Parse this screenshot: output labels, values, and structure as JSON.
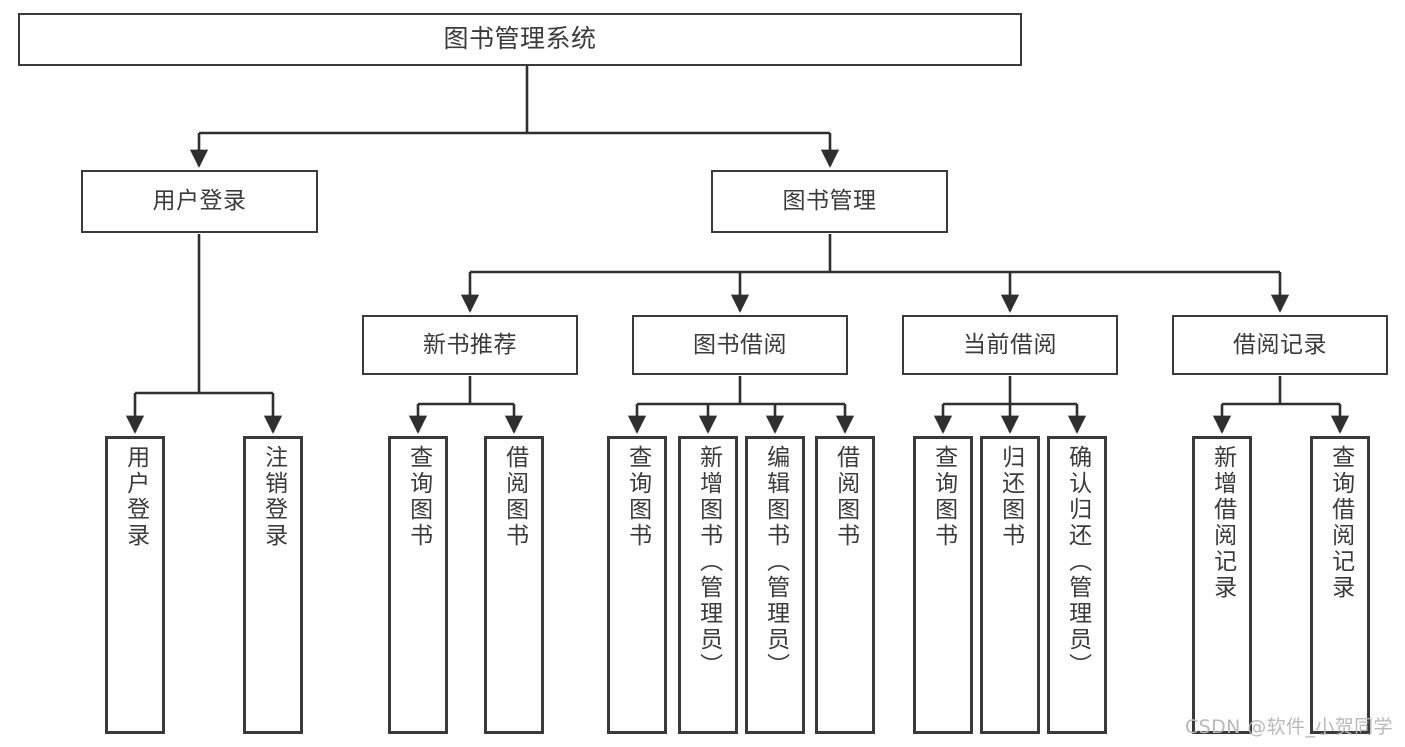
{
  "diagram": {
    "title": "图书管理系统",
    "type": "hierarchy-tree",
    "colors": {
      "box_border": "#3a3a3a",
      "box_fill": "#ffffff",
      "text": "#3b3b3b",
      "edge": "#2f2f2f",
      "watermark": "#b9b9b9"
    },
    "root": {
      "label": "图书管理系统"
    },
    "level2": [
      {
        "label": "用户登录"
      },
      {
        "label": "图书管理"
      }
    ],
    "level3": [
      {
        "label": "新书推荐"
      },
      {
        "label": "图书借阅"
      },
      {
        "label": "当前借阅"
      },
      {
        "label": "借阅记录"
      }
    ],
    "leaves": [
      {
        "label": "用户登录",
        "parent": "用户登录"
      },
      {
        "label": "注销登录",
        "parent": "用户登录"
      },
      {
        "label": "查询图书",
        "parent": "新书推荐"
      },
      {
        "label": "借阅图书",
        "parent": "新书推荐"
      },
      {
        "label": "查询图书",
        "parent": "图书借阅"
      },
      {
        "label": "新增图书（管理员）",
        "parent": "图书借阅"
      },
      {
        "label": "编辑图书（管理员）",
        "parent": "图书借阅"
      },
      {
        "label": "借阅图书",
        "parent": "图书借阅"
      },
      {
        "label": "查询图书",
        "parent": "当前借阅"
      },
      {
        "label": "归还图书",
        "parent": "当前借阅"
      },
      {
        "label": "确认归还（管理员）",
        "parent": "当前借阅"
      },
      {
        "label": "新增借阅记录",
        "parent": "借阅记录"
      },
      {
        "label": "查询借阅记录",
        "parent": "借阅记录"
      }
    ]
  },
  "watermark": {
    "text": "CSDN @软件_小贺同学"
  }
}
